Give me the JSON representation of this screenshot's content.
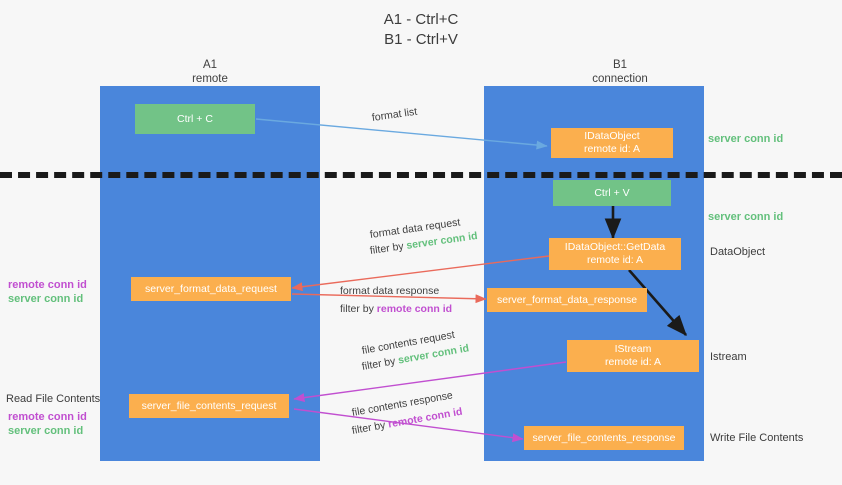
{
  "title": "A1 - Ctrl+C\nB1 - Ctrl+V",
  "colors": {
    "lane": "#4a86db",
    "green_box": "#72c387",
    "orange_box": "#fbaf4e",
    "server_conn_text": "#63c07c",
    "remote_conn_text": "#c14fd0",
    "blue_arrow": "#6aa9e0",
    "red_arrow": "#ea6a5b",
    "magenta_arrow": "#c14fd0",
    "black_arrow": "#1a1a1a",
    "background": "#f7f7f7"
  },
  "columns": {
    "left": "A1\nremote",
    "right": "B1\nconnection"
  },
  "boxes": {
    "ctrl_c": "Ctrl + C",
    "idataobject": "IDataObject\nremote id: A",
    "ctrl_v": "Ctrl + V",
    "getdata": "IDataObject::GetData\nremote id: A",
    "server_format_data_request": "server_format_data_request",
    "server_format_data_response": "server_format_data_response",
    "istream": "IStream\nremote id: A",
    "server_file_contents_request": "server_file_contents_request",
    "server_file_contents_response": "server_file_contents_response"
  },
  "edge_labels": {
    "format_list": "format list",
    "format_data_request": "format data request",
    "format_data_request_filter_prefix": "filter by ",
    "format_data_request_filter_value": "server conn id",
    "format_data_response": "format data response",
    "format_data_response_filter_prefix": "filter by ",
    "format_data_response_filter_value": "remote conn id",
    "file_contents_request": "file contents request",
    "file_contents_request_filter_prefix": "filter by ",
    "file_contents_request_filter_value": "server conn id",
    "file_contents_response": "file contents response",
    "file_contents_response_filter_prefix": "filter by ",
    "file_contents_response_filter_value": "remote conn id"
  },
  "right_annotations": {
    "server_conn_id_top": "server conn id",
    "server_conn_id_second": "server conn id",
    "dataobject": "DataObject",
    "istream": "Istream",
    "write_file_contents": "Write File Contents"
  },
  "left_annotations": {
    "remote_conn_id_upper": "remote conn id",
    "server_conn_id_upper": "server conn id",
    "read_file_contents": "Read File Contents",
    "remote_conn_id_lower": "remote conn id",
    "server_conn_id_lower": "server conn id"
  }
}
